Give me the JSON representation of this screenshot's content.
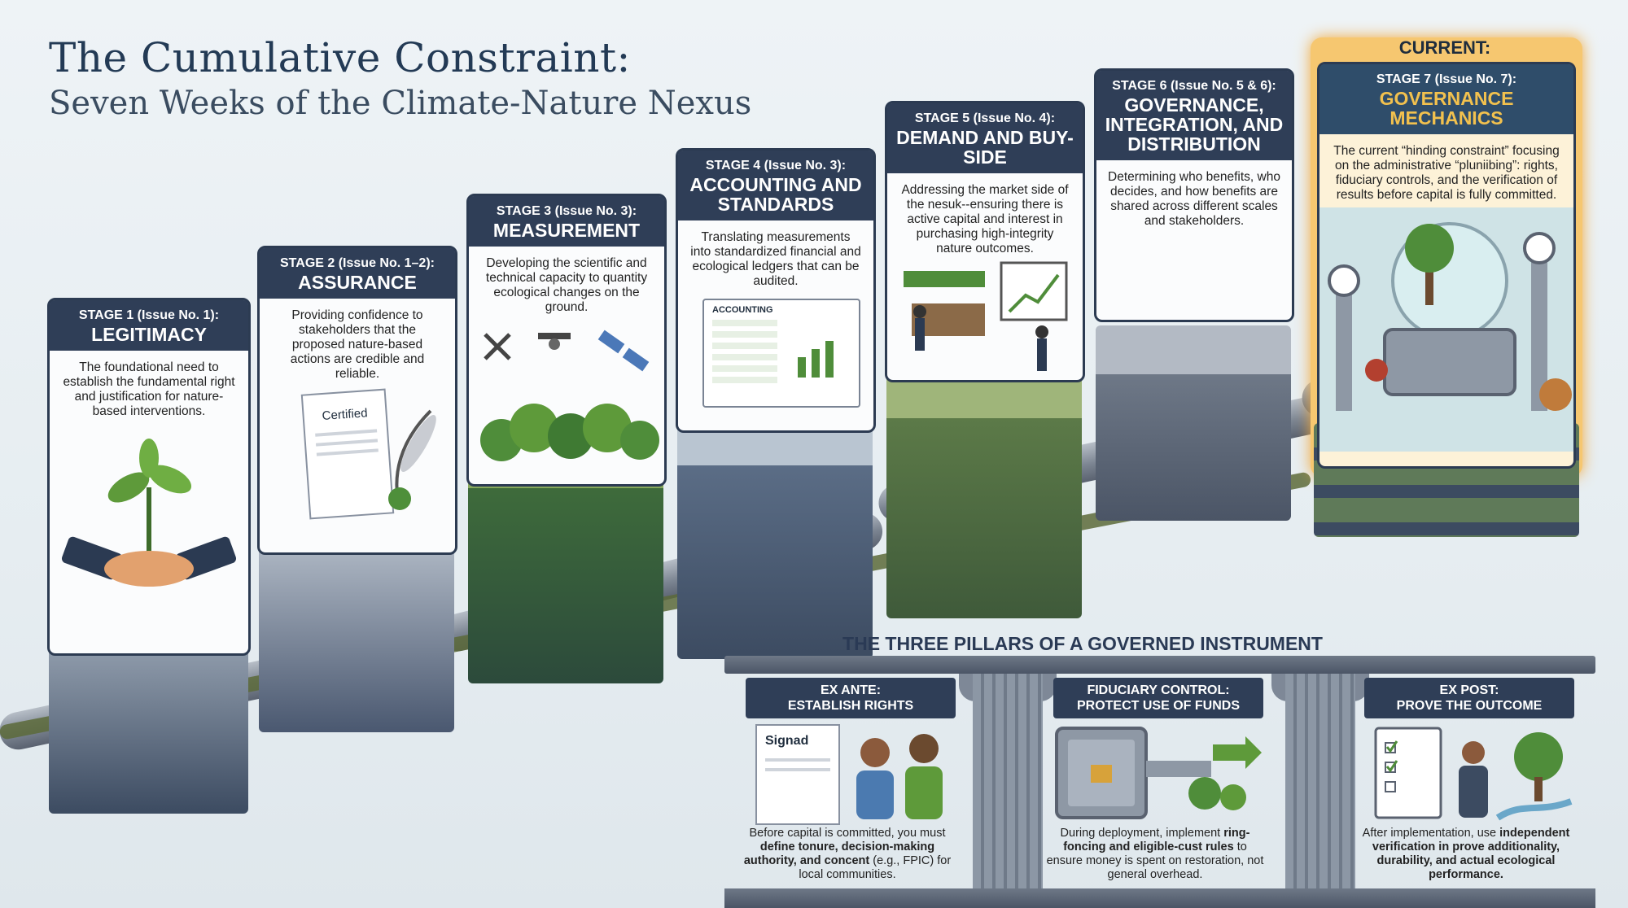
{
  "title": {
    "line1": "The Cumulative Constraint:",
    "line2": "Seven Weeks of the Climate-Nature Nexus"
  },
  "current_label": "CURRENT:",
  "stages": [
    {
      "sub": "STAGE 1 (Issue No. 1):",
      "name": "LEGITIMACY",
      "desc": "The foundational need to establish the fundamental right and justification for nature-based interventions."
    },
    {
      "sub": "STAGE 2 (Issue No. 1–2):",
      "name": "ASSURANCE",
      "desc": "Providing confidence to stakeholders that the proposed nature-based actions are credible and reliable.",
      "doc_label": "Certified"
    },
    {
      "sub": "STAGE 3 (Issue No. 3):",
      "name": "MEASUREMENT",
      "desc": "Developing the scientific and technical capacity to quantity ecological changes on the ground."
    },
    {
      "sub": "STAGE 4 (Issue No. 3):",
      "name": "ACCOUNTING AND STANDARDS",
      "desc": "Translating measurements into standardized financial and ecological ledgers that can be audited.",
      "ledger_label": "ACCOUNTING"
    },
    {
      "sub": "STAGE 5 (Issue No. 4):",
      "name": "DEMAND AND BUY-SIDE",
      "desc": "Addressing the market side of the nesuk--ensuring there is active capital and interest in purchasing high-integrity nature outcomes."
    },
    {
      "sub": "STAGE 6 (Issue No. 5 & 6):",
      "name": "GOVERNANCE, INTEGRATION, AND DISTRIBUTION",
      "desc": "Determining who benefits, who decides, and how benefits are shared across different scales and stakeholders."
    },
    {
      "sub": "STAGE 7 (Issue No. 7):",
      "name": "GOVERNANCE MECHANICS",
      "desc": "The current “hinding constraint” focusing on the administrative “pluniibing”: rights, fiduciary controls, and the verification of results before capital is fully committed."
    }
  ],
  "pillars": {
    "title": "THE THREE PILLARS OF A GOVERNED INSTRUMENT",
    "items": [
      {
        "head1": "EX ANTE:",
        "head2": "ESTABLISH RIGHTS",
        "text_a": "Before capital is committed, you must ",
        "text_b": "define tonure, decision-making authority, and concent",
        "text_c": " (e.g., FPIC) for local communities.",
        "doc_label": "Signad"
      },
      {
        "head1": "FIDUCIARY CONTROL:",
        "head2": "PROTECT USE OF FUNDS",
        "text_a": "During deployment, implement ",
        "text_b": "ring-foncing and eligible-cust rules",
        "text_c": " to ensure money is spent on restoration, not general overhead."
      },
      {
        "head1": "EX POST:",
        "head2": "PROVE THE OUTCOME",
        "text_a": "After implementation, use ",
        "text_b": "independent verification in prove additionality, durability, and actual ecological performance.",
        "text_c": ""
      }
    ]
  },
  "colors": {
    "navy": "#2f3e57",
    "highlight": "#f2a93b",
    "current_bg": "#fdf2d8",
    "soil": "#6b8d4a"
  }
}
